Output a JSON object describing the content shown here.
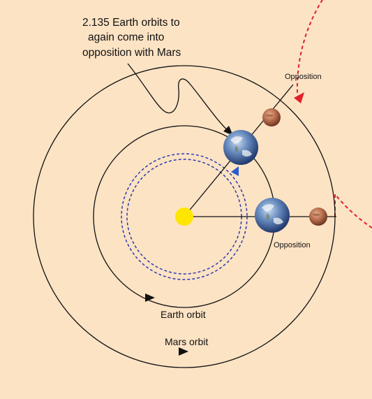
{
  "annotation": {
    "lines": [
      "2.135 Earth orbits to",
      "again come into",
      "opposition with Mars"
    ]
  },
  "labels": {
    "earth_orbit": "Earth orbit",
    "mars_orbit": "Mars orbit",
    "opposition_top": "Opposition",
    "opposition_right": "Opposition"
  },
  "colors": {
    "background": "#fce3c4",
    "line": "#111111",
    "mars_dashed_orbit": "#e0202a",
    "earth_dashed_orbit": "#2a3bb0",
    "sun": "#ffe600"
  }
}
